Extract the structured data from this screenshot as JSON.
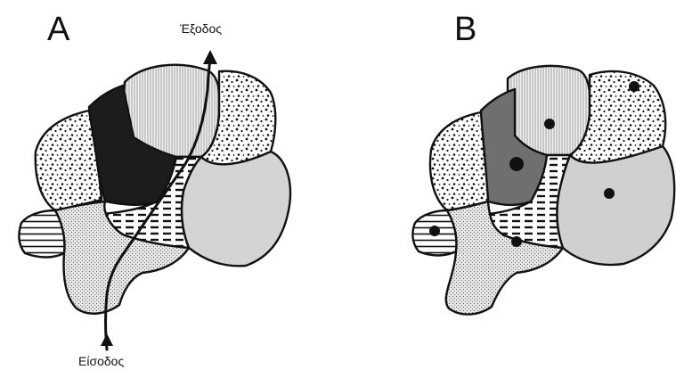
{
  "panels": [
    {
      "letter": "A"
    },
    {
      "letter": "B"
    }
  ],
  "route": {
    "exit_label": "Έξοδος",
    "entry_label": "Είσοδος"
  },
  "patterns": {
    "stipple": "dotted fill",
    "coarse_dots": "coarse speckle fill",
    "hlines": "horizontal line fill",
    "dashes": "dashed horizontal fill",
    "dark": "solid dark fill",
    "mid_gray": "medium gray fill",
    "light_gray": "light gray fill"
  },
  "colors": {
    "ink": "#111111",
    "dark_region": "#1c1c1c",
    "mid_gray_region": "#6f6f6f",
    "light_gray_region": "#cfcfcf",
    "background": "#ffffff"
  }
}
